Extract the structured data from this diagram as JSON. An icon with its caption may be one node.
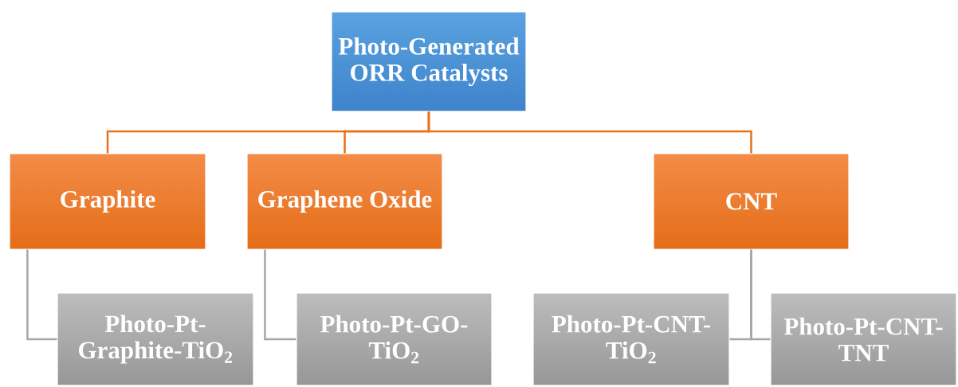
{
  "diagram": {
    "nodes": [
      {
        "text": [
          "Photo-Generated ORR Catalysts"
        ]
      },
      {
        "text": [
          "Graphite"
        ]
      },
      {
        "text": [
          "Graphene Oxide"
        ]
      },
      {
        "text": [
          "CNT"
        ]
      },
      {
        "text": [
          "Photo-Pt-Graphite-TiO$_{2}$"
        ]
      },
      {
        "text": [
          "Photo-Pt-GO-TiO$_{2}$"
        ]
      },
      {
        "text": [
          "Photo-Pt-CNT-TiO$_{2}$"
        ]
      },
      {
        "text": [
          "Photo-Pt-CNT-TNT"
        ]
      }
    ],
    "edges": [
      {
        "from": 0,
        "to": 1,
        "arrow": "none",
        "color": "#e8711c"
      },
      {
        "from": 0,
        "to": 2,
        "arrow": "none",
        "color": "#e8711c"
      },
      {
        "from": 0,
        "to": 3,
        "arrow": "none",
        "color": "#e8711c"
      },
      {
        "from": 1,
        "to": 4,
        "arrow": "none",
        "color": "#a6a6a6"
      },
      {
        "from": 2,
        "to": 5,
        "arrow": "none",
        "color": "#a6a6a6"
      },
      {
        "from": 3,
        "to": 6,
        "arrow": "none",
        "color": "#a6a6a6"
      },
      {
        "from": 3,
        "to": 7,
        "arrow": "none",
        "color": "#a6a6a6"
      }
    ]
  }
}
